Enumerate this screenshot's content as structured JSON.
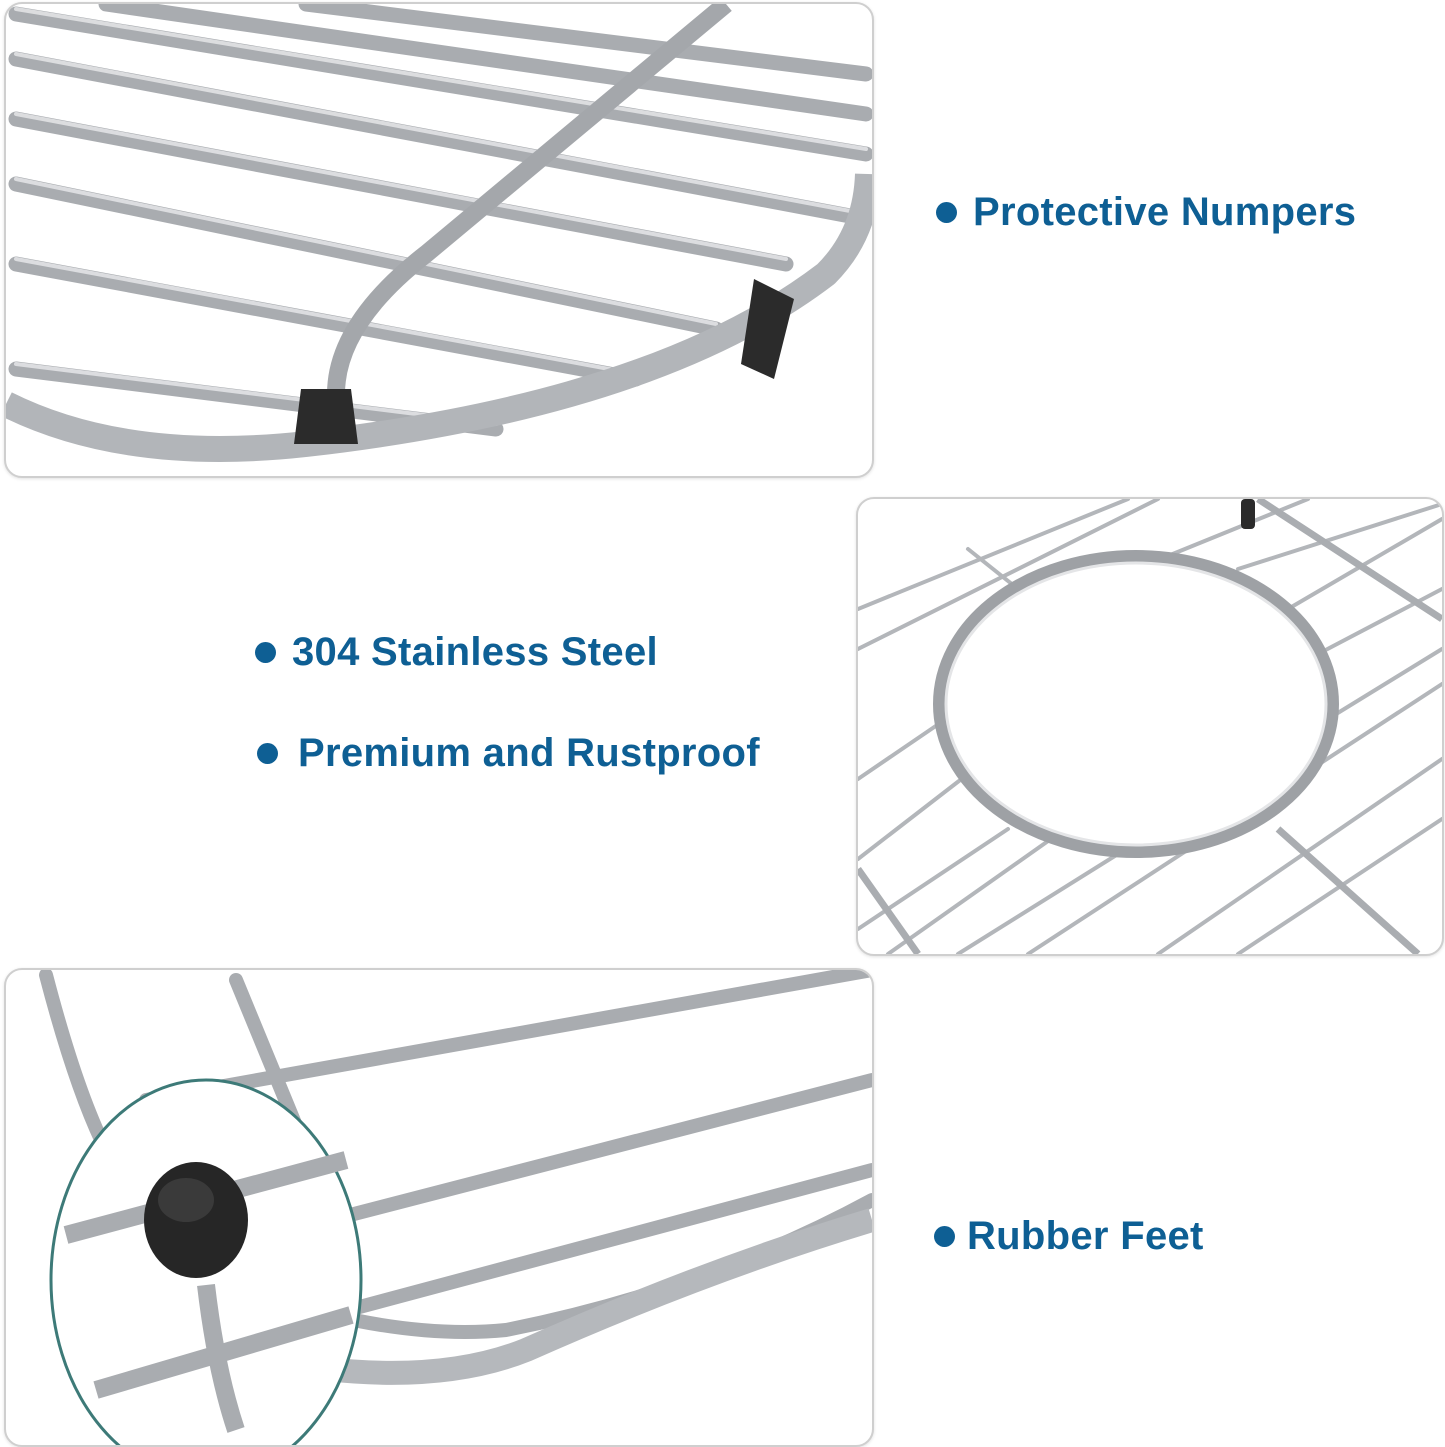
{
  "colors": {
    "accent_text": "#0e5f94",
    "panel_border": "#cfcfcf",
    "steel": "#b9bcc0",
    "rubber": "#2b2b2b",
    "callout_teal": "#3d7a78"
  },
  "panels": [
    {
      "id": "top-left",
      "subject": "Wet stainless steel rack bars with black protective bumper and rubber foot"
    },
    {
      "id": "middle-right",
      "subject": "Wire grid with circular drain opening ring"
    },
    {
      "id": "bottom-left",
      "subject": "Rack corner with magnified rubber foot callout"
    }
  ],
  "features": [
    {
      "bullet_icon": "bullet-dot-icon",
      "label": "Protective Numpers"
    },
    {
      "bullet_icon": "bullet-dot-icon",
      "label": "304 Stainless Steel"
    },
    {
      "bullet_icon": "bullet-dot-icon",
      "label": "Premium and Rustproof"
    },
    {
      "bullet_icon": "bullet-dot-icon",
      "label": "Rubber Feet"
    }
  ]
}
